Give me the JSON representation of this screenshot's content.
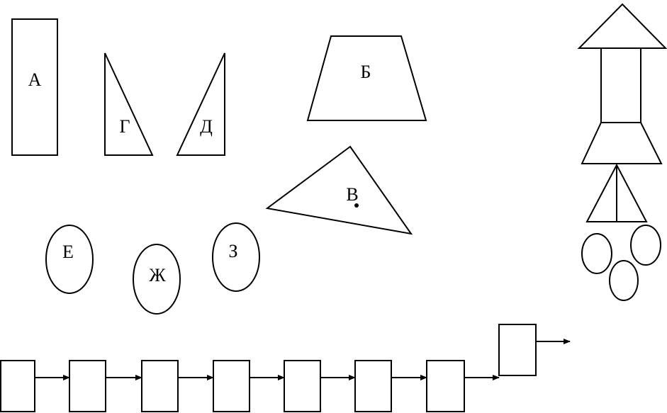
{
  "labels": {
    "a": "А",
    "b": "Б",
    "v": "В",
    "g": "Г",
    "d": "Д",
    "e": "Е",
    "zh": "Ж",
    "z": "З"
  },
  "colors": {
    "stroke": "#000000",
    "fill": "#ffffff",
    "background": "#ffffff"
  }
}
